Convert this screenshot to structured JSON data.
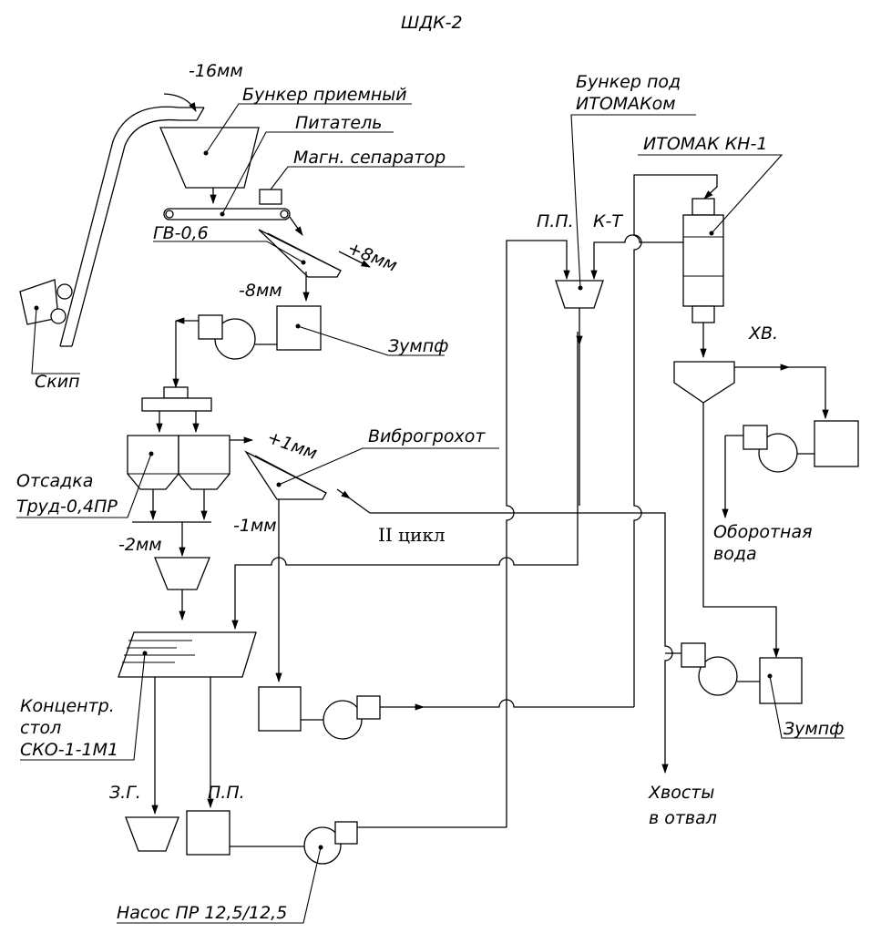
{
  "title": "ШДК-2",
  "labels": {
    "minus16": "-16мм",
    "bunker_priemny": "Бункер приемный",
    "pitatel": "Питатель",
    "magn_separator": "Магн. сепаратор",
    "gv": "ГВ-0,6",
    "plus8": "+8мм",
    "minus8": "-8мм",
    "zumpf1": "Зумпф",
    "skip": "Скип",
    "otsadka_1": "Отсадка",
    "otsadka_2": "Труд-0,4ПР",
    "vibrogrokhot": "Виброгрохот",
    "plus1": "+1мм",
    "minus1": "-1мм",
    "cycle2": "II цикл",
    "minus2": "-2мм",
    "koncentr_1": "Концентр.",
    "koncentr_2": "стол",
    "koncentr_3": "СКО-1-1М1",
    "zg": "З.Г.",
    "pp_bottom": "П.П.",
    "nasos": "Насос ПР 12,5/12,5",
    "bunker_itomak_1": "Бункер под",
    "bunker_itomak_2": "ИТОМАКом",
    "pp_top": "П.П.",
    "kt": "К-Т",
    "itomak": "ИТОМАК КН-1",
    "hv": "ХВ.",
    "oborot_1": "Оборотная",
    "oborot_2": "вода",
    "hvosty_1": "Хвосты",
    "hvosty_2": "в отвал",
    "zumpf2": "Зумпф"
  }
}
